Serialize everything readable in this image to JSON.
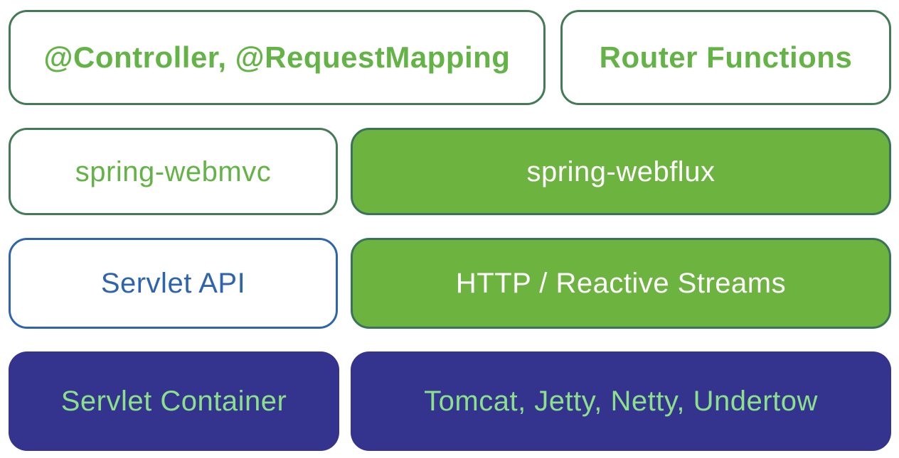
{
  "diagram": {
    "description_rows": [
      {
        "cells": [
          {
            "label": "@Controller, @RequestMapping",
            "style": "outline-green bold",
            "column": "spring-mvc"
          },
          {
            "label": "Router Functions",
            "style": "outline-green bold",
            "column": "spring-webflux"
          }
        ]
      },
      {
        "cells": [
          {
            "label": "spring-webmvc",
            "style": "outline-green",
            "column": "spring-mvc"
          },
          {
            "label": "spring-webflux",
            "style": "fill-green",
            "column": "spring-webflux"
          }
        ]
      },
      {
        "cells": [
          {
            "label": "Servlet API",
            "style": "outline-blue",
            "column": "spring-mvc"
          },
          {
            "label": "HTTP / Reactive Streams",
            "style": "fill-green",
            "column": "spring-webflux"
          }
        ]
      },
      {
        "cells": [
          {
            "label": "Servlet Container",
            "style": "fill-indigo",
            "column": "spring-mvc"
          },
          {
            "label": "Tomcat, Jetty, Netty, Undertow",
            "style": "fill-indigo",
            "column": "spring-webflux"
          }
        ]
      }
    ]
  },
  "colors": {
    "green_fill": "#6db33f",
    "green_border": "#447a55",
    "green_border_dark": "#3a7458",
    "green_text": "#64b346",
    "blue": "#2e64ad",
    "indigo": "#34348e",
    "light_green_text": "#8ce08c",
    "white": "#ffffff"
  }
}
